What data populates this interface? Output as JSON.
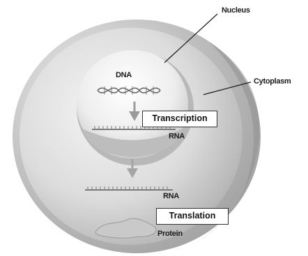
{
  "diagram": {
    "labels": {
      "nucleus": "Nucleus",
      "cytoplasm": "Cytoplasm",
      "dna": "DNA",
      "rna_nucleus": "RNA",
      "rna_cytoplasm": "RNA",
      "protein": "Protein"
    },
    "steps": {
      "transcription": "Transcription",
      "translation": "Translation"
    }
  }
}
